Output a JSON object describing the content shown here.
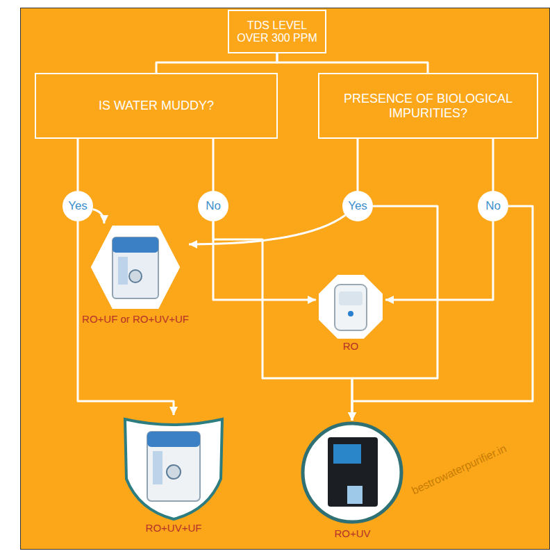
{
  "diagram": {
    "nodes": [
      {
        "text": [
          "TDS LEVEL OVER 300 PPM"
        ]
      },
      {
        "text": [
          "IS WATER MUDDY?"
        ]
      },
      {
        "text": [
          "PRESENCE OF BIOLOGICAL IMPURITIES?"
        ]
      },
      {
        "text": [
          "Yes"
        ]
      },
      {
        "text": [
          "No"
        ]
      },
      {
        "text": [
          "Yes"
        ]
      },
      {
        "text": [
          "No"
        ]
      },
      {
        "text": [
          "RO+UF or RO+UV+UF"
        ]
      },
      {
        "text": [
          "RO"
        ]
      },
      {
        "text": [
          "RO+UV+UF"
        ]
      },
      {
        "text": [
          "RO+UV"
        ]
      }
    ],
    "edges": [
      {
        "from": 0,
        "to": 1,
        "arrow": "none"
      },
      {
        "from": 0,
        "to": 2,
        "arrow": "none"
      },
      {
        "from": 1,
        "to": 3,
        "arrow": "none"
      },
      {
        "from": 1,
        "to": 4,
        "arrow": "none"
      },
      {
        "from": 2,
        "to": 5,
        "arrow": "none"
      },
      {
        "from": 2,
        "to": 6,
        "arrow": "none"
      },
      {
        "from": 3,
        "to": 7,
        "arrow": "to"
      },
      {
        "from": 3,
        "to": 9,
        "arrow": "to"
      },
      {
        "from": 4,
        "to": 8,
        "arrow": "to"
      },
      {
        "from": 4,
        "to": 10,
        "arrow": "to"
      },
      {
        "from": 5,
        "to": 7,
        "arrow": "to"
      },
      {
        "from": 5,
        "to": 10,
        "arrow": "to"
      },
      {
        "from": 6,
        "to": 8,
        "arrow": "to"
      },
      {
        "from": 6,
        "to": 10,
        "arrow": "to"
      }
    ],
    "labels": [
      "bestrowaterpurifier.in"
    ]
  }
}
